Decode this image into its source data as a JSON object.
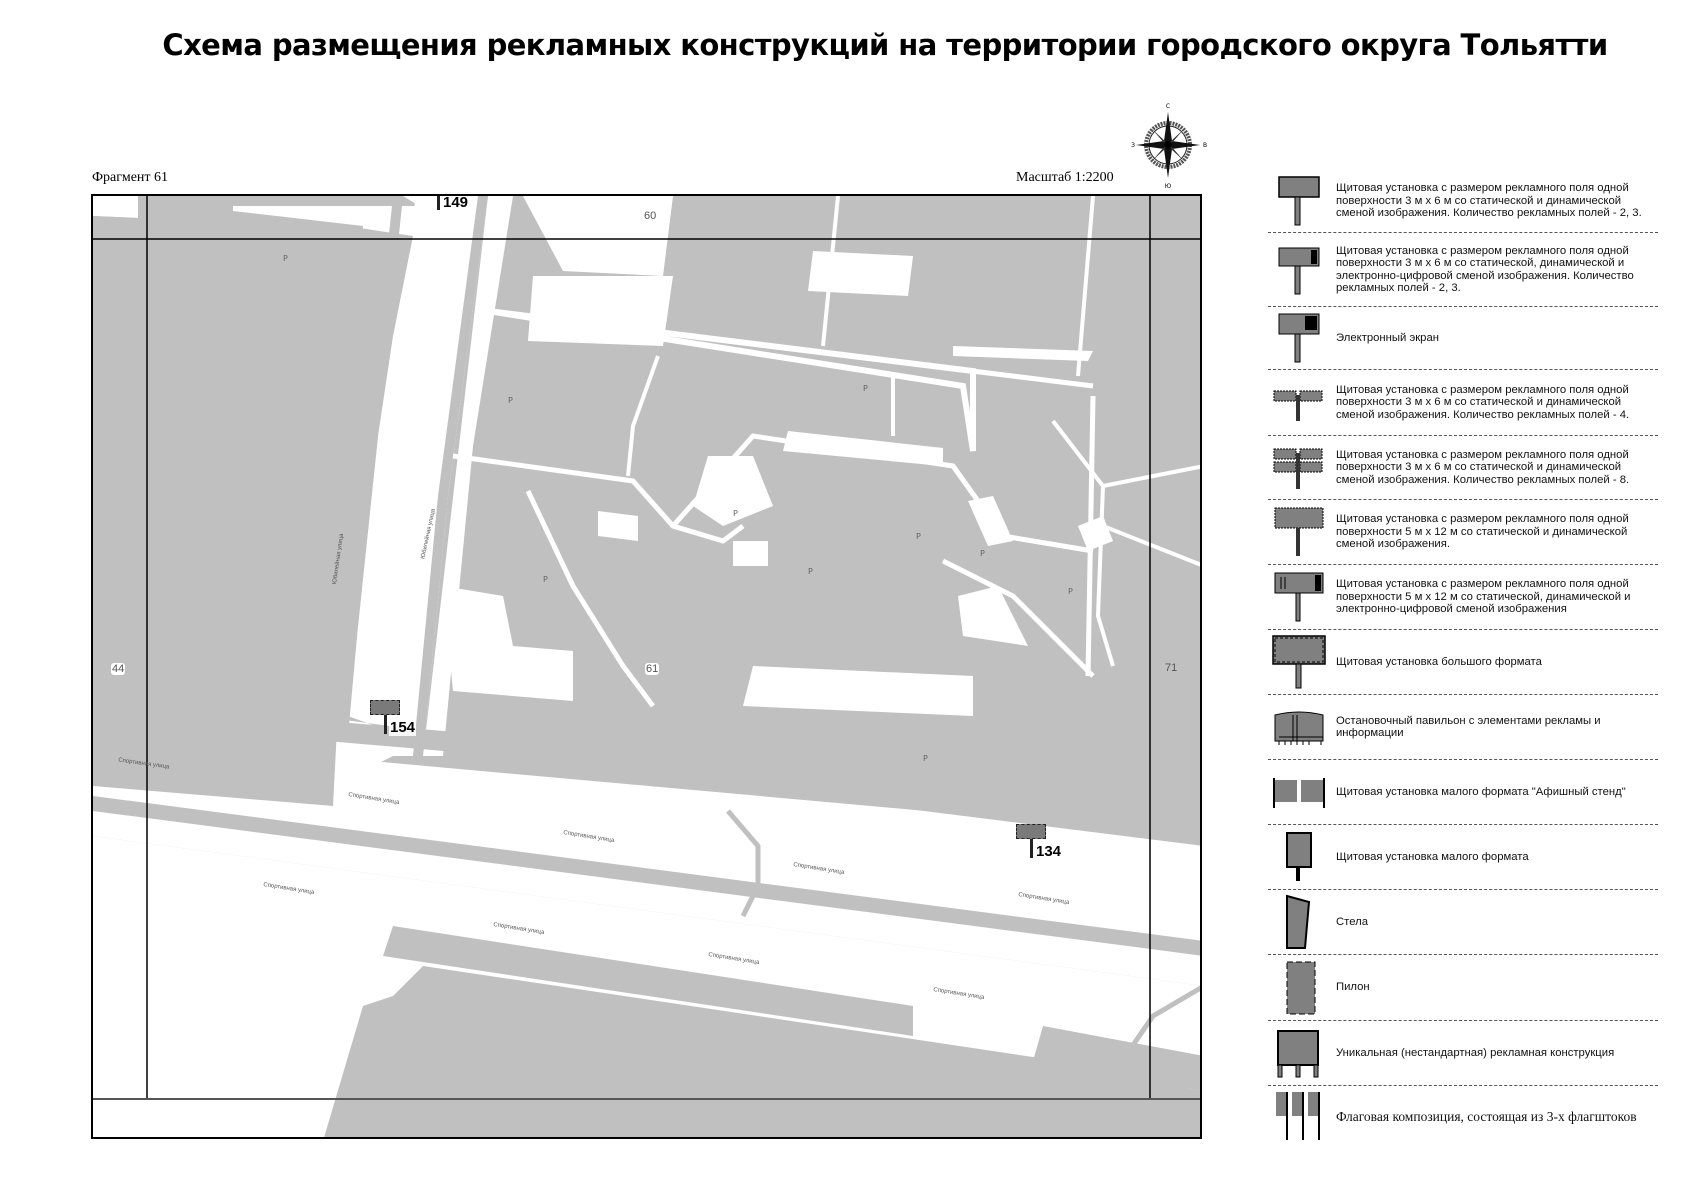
{
  "header": {
    "title": "Схема размещения рекламных конструкций на территории городского округа Тольятти",
    "fragment_label": "Фрагмент 61",
    "scale_label": "Масштаб 1:2200"
  },
  "compass": {
    "north": "С",
    "south": "Ю",
    "west": "З",
    "east": "В"
  },
  "map": {
    "colors": {
      "built": "#c0c0c0",
      "open": "#ffffff",
      "frame": "#000000",
      "marker": "#7a7a7a"
    },
    "house_numbers": [
      {
        "id": "60",
        "label": "60"
      },
      {
        "id": "61",
        "label": "61"
      },
      {
        "id": "71",
        "label": "71"
      },
      {
        "id": "44",
        "label": "44"
      }
    ],
    "markers": [
      {
        "id": "149",
        "label": "149"
      },
      {
        "id": "154",
        "label": "154"
      },
      {
        "id": "134",
        "label": "134"
      }
    ],
    "streets": {
      "sportivnaya": "Спортивная улица",
      "yubileynaya": "Юбилейная улица"
    },
    "parking_label": "P"
  },
  "legend": {
    "items": [
      {
        "icon": "billboard-3x6-static-dynamic-icon",
        "text": "Щитовая установка с размером рекламного поля одной поверхности 3 м х 6 м со статической и динамической сменой изображения. Количество рекламных полей - 2, 3."
      },
      {
        "icon": "billboard-3x6-digital-icon",
        "text": "Щитовая установка с размером рекламного поля одной поверхности 3 м х 6 м со статической, динамической и электронно-цифровой сменой изображения. Количество рекламных полей - 2, 3."
      },
      {
        "icon": "electronic-screen-icon",
        "text": "Электронный экран"
      },
      {
        "icon": "billboard-3x6-4-fields-icon",
        "text": "Щитовая установка с размером рекламного поля одной поверхности 3 м х 6 м со статической и динамической сменой изображения. Количество рекламных полей - 4."
      },
      {
        "icon": "billboard-3x6-8-fields-icon",
        "text": "Щитовая установка с размером рекламного поля одной поверхности 3 м х 6 м со статической и динамической сменой изображения. Количество рекламных полей - 8."
      },
      {
        "icon": "billboard-5x12-static-dynamic-icon",
        "text": "Щитовая установка с размером рекламного поля одной поверхности 5 м х 12 м со статической и динамической сменой изображения."
      },
      {
        "icon": "billboard-5x12-digital-icon",
        "text": "Щитовая установка с размером рекламного поля одной поверхности 5 м х 12 м со статической, динамической и электронно-цифровой сменой изображения"
      },
      {
        "icon": "large-format-billboard-icon",
        "text": "Щитовая установка большого формата"
      },
      {
        "icon": "bus-stop-pavilion-icon",
        "text": "Остановочный павильон с элементами рекламы и информации"
      },
      {
        "icon": "poster-stand-icon",
        "text": "Щитовая установка малого формата \"Афишный стенд\""
      },
      {
        "icon": "small-format-billboard-icon",
        "text": "Щитовая установка малого формата"
      },
      {
        "icon": "stele-icon",
        "text": "Стела"
      },
      {
        "icon": "pylon-icon",
        "text": "Пилон"
      },
      {
        "icon": "unique-structure-icon",
        "text": "Уникальная (нестандартная) рекламная конструкция"
      },
      {
        "icon": "flag-composition-icon",
        "text": "Флаговая композиция, состоящая из 3-х флагштоков"
      }
    ]
  }
}
